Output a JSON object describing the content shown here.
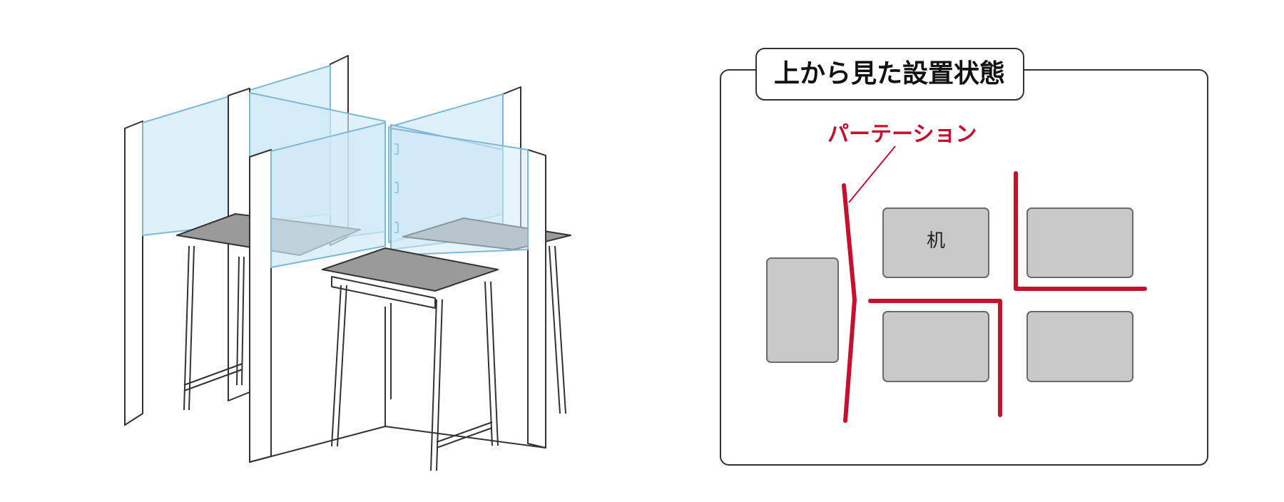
{
  "top_view": {
    "title": "上から見た設置状態",
    "partition_label": "パーテーション",
    "desk_label": "机",
    "colors": {
      "partition": "#c8102e",
      "desk_fill": "#c8c8c8",
      "desk_stroke": "#6b6b6b",
      "frame_stroke": "#333333"
    }
  },
  "illustration": {
    "icon": "desk-partition-illustration",
    "colors": {
      "acrylic": "#cfe9f6",
      "acrylic_stroke": "#7fb7d6",
      "desk_top": "#9a9a9a",
      "line": "#333333"
    }
  }
}
